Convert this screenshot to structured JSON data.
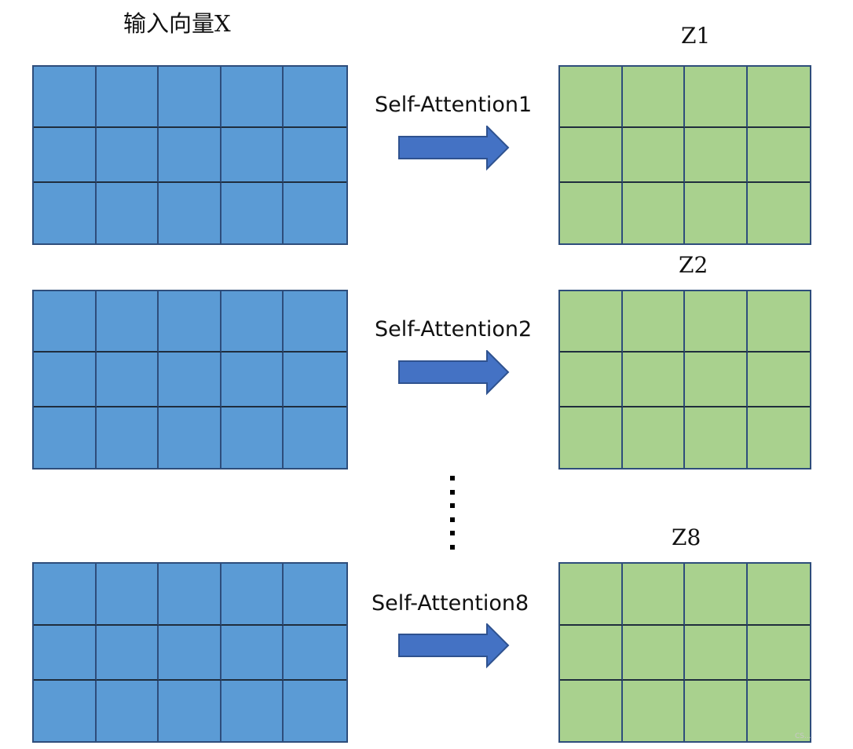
{
  "header": {
    "input_title": "输入向量X"
  },
  "rows": [
    {
      "operation_label": "Self-Attention1",
      "output_label": "Z1"
    },
    {
      "operation_label": "Self-Attention2",
      "output_label": "Z2"
    },
    {
      "operation_label": "Self-Attention8",
      "output_label": "Z8"
    }
  ],
  "input_matrix": {
    "rows": 3,
    "cols": 5,
    "fill": "#5b9bd5",
    "border": "#2e4d7b"
  },
  "output_matrix": {
    "rows": 3,
    "cols": 4,
    "fill": "#a9d18e",
    "border": "#2e4d7b"
  },
  "arrow": {
    "fill": "#4472c4",
    "stroke": "#2f528f",
    "icon": "right-arrow-icon"
  },
  "ellipsis": {
    "icon": "vertical-ellipsis-icon"
  },
  "watermark": "CS..."
}
